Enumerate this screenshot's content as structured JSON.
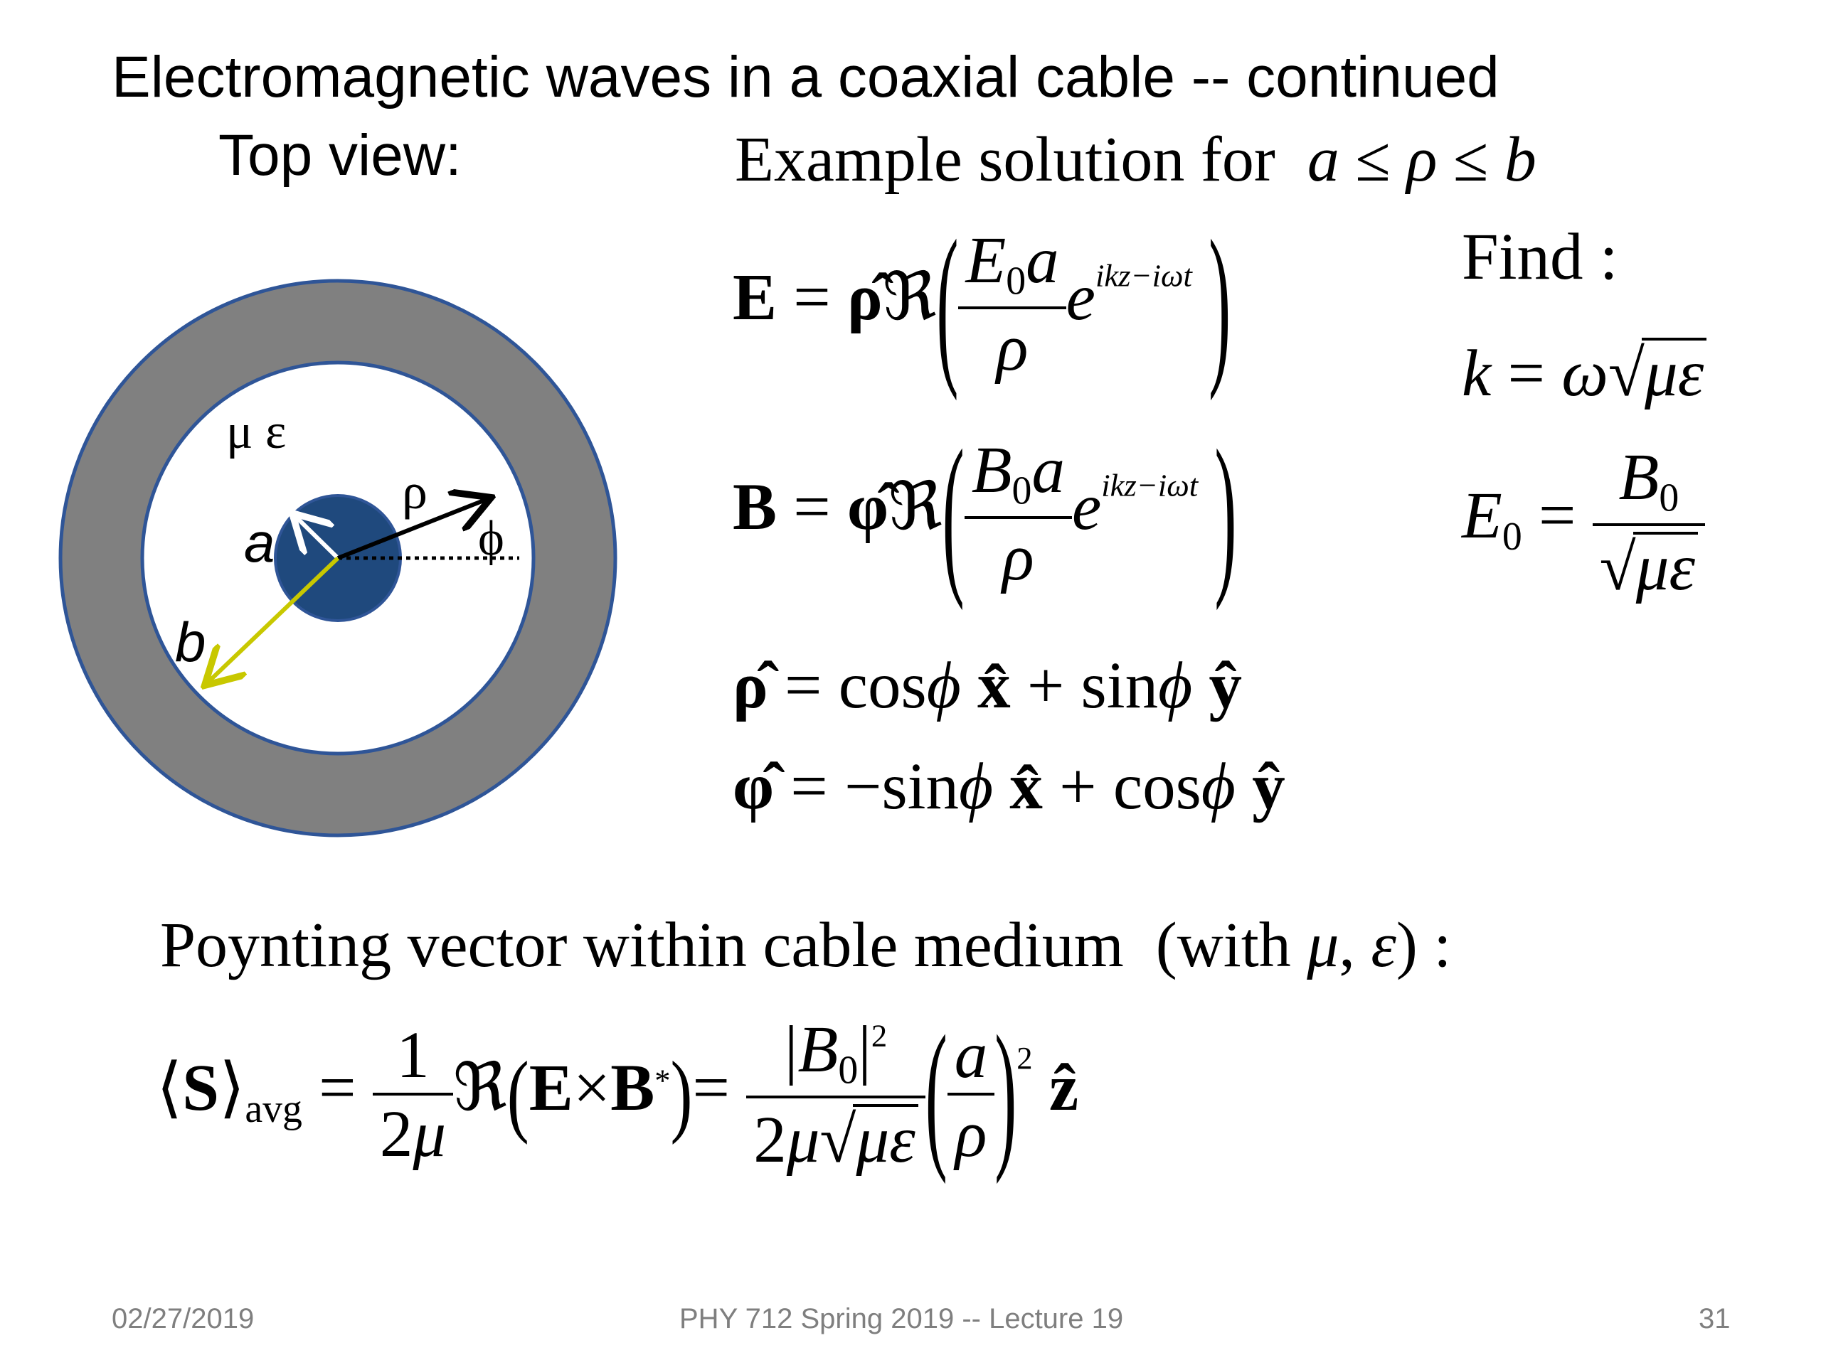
{
  "slide": {
    "title": "Electromagnetic waves in a coaxial cable -- continued",
    "top_view_label": "Top view:",
    "example_intro": "Example solution for",
    "find_label": "Find :",
    "poynting_intro": "Poynting vector within cable medium",
    "poynting_with": "(with"
  },
  "diagram": {
    "medium_label": "μ ε",
    "label_a": "a",
    "label_b": "b",
    "label_rho": "ρ",
    "label_phi": "ϕ",
    "colors": {
      "outer_conductor": "#808080",
      "outline": "#2f5597",
      "inner_conductor": "#1f497d",
      "b_arrow": "#c8c800"
    }
  },
  "footer": {
    "date": "02/27/2019",
    "course": "PHY 712  Spring 2019 -- Lecture 19",
    "page": "31"
  }
}
